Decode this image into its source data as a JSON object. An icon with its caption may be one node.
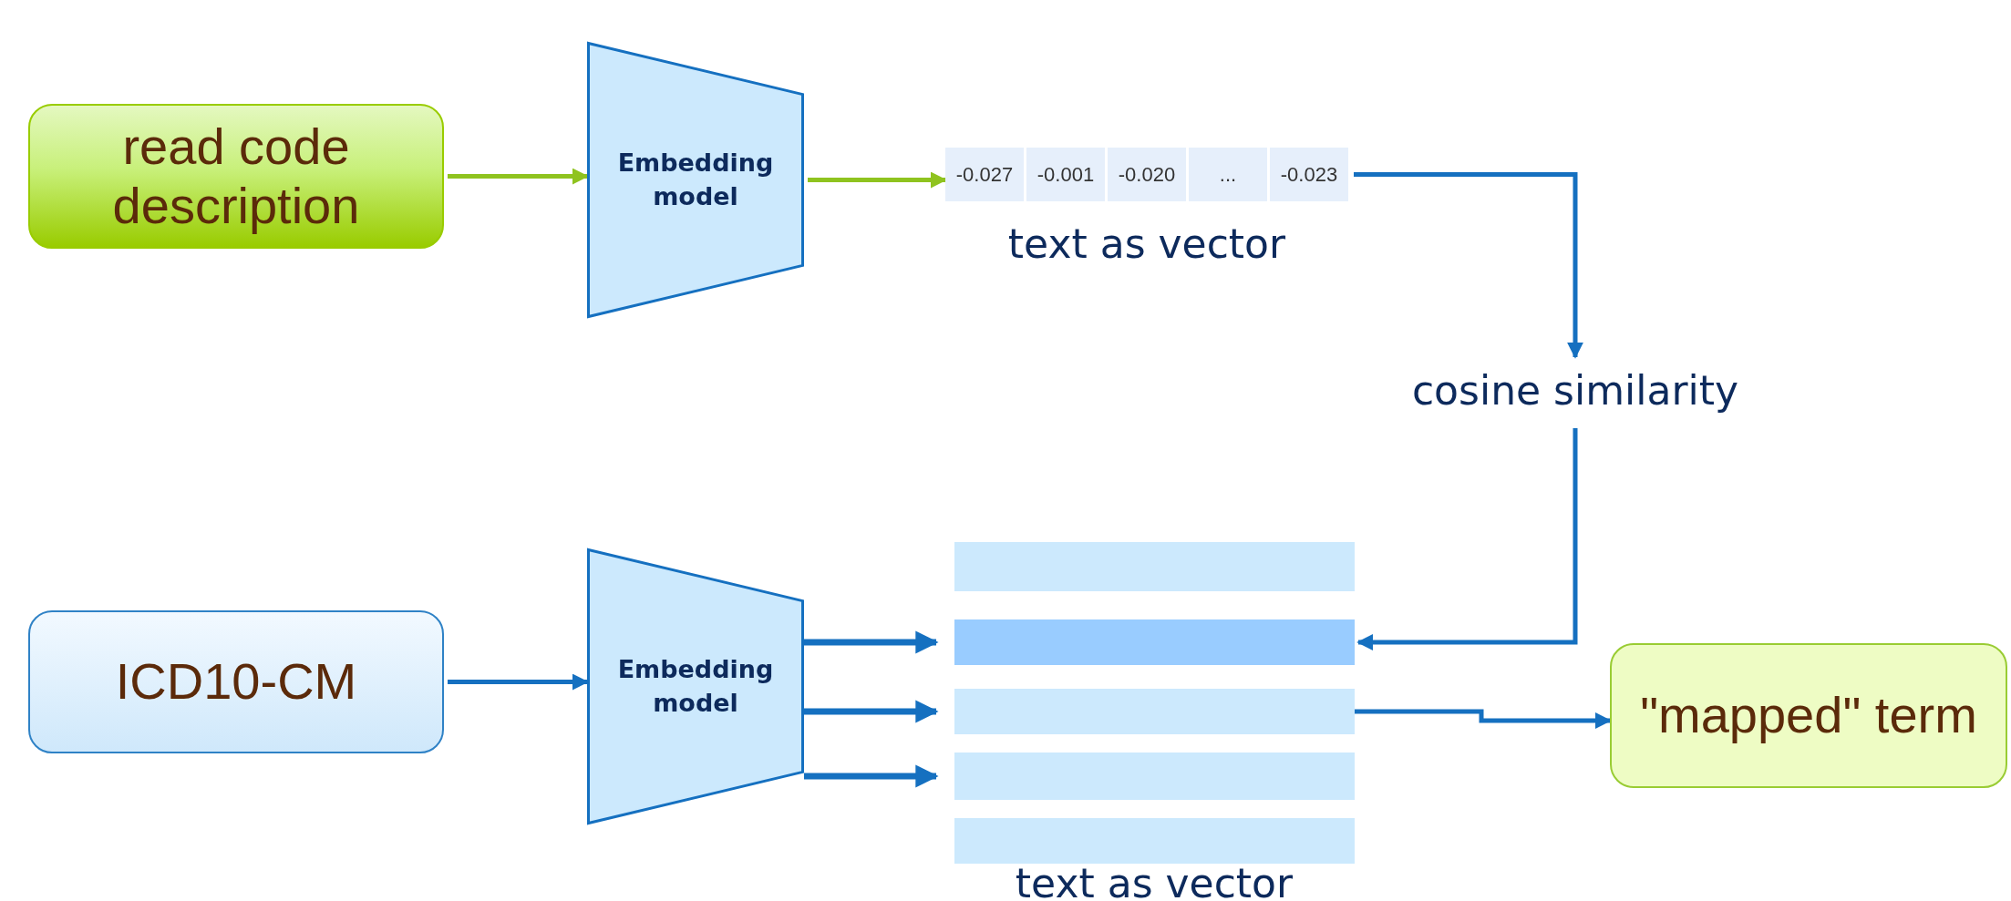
{
  "diagram": {
    "nodes": [
      {
        "text": [
          "read code description"
        ]
      },
      {
        "text": [
          "Embedding model"
        ]
      },
      {
        "text": [
          "-0.027",
          "-0.001",
          "-0.020",
          "...",
          "-0.023"
        ],
        "beside": [
          "text as vector"
        ]
      },
      {
        "text": [
          "cosine similarity"
        ]
      },
      {
        "text": [
          "ICD10-CM"
        ]
      },
      {
        "text": [
          "Embedding model"
        ]
      },
      {
        "text": [],
        "shape": "bar"
      },
      {
        "text": [],
        "shape": "bar"
      },
      {
        "text": [],
        "shape": "bar"
      },
      {
        "text": [],
        "shape": "bar"
      },
      {
        "text": [],
        "shape": "bar"
      },
      {
        "text": [
          "\"mapped\" term"
        ]
      }
    ],
    "edges": [
      {
        "from": 0,
        "to": 1,
        "arrow": "to",
        "color": "#8fc31f"
      },
      {
        "from": 1,
        "to": 2,
        "arrow": "to",
        "color": "#8fc31f"
      },
      {
        "from": 2,
        "to": 3,
        "arrow": "to"
      },
      {
        "from": 3,
        "to": 7,
        "arrow": "to"
      },
      {
        "from": 4,
        "to": 5,
        "arrow": "to"
      },
      {
        "from": 5,
        "to": 7,
        "arrow": "to"
      },
      {
        "from": 5,
        "to": 8,
        "arrow": "to"
      },
      {
        "from": 5,
        "to": 9,
        "arrow": "to"
      },
      {
        "from": 8,
        "to": 11,
        "arrow": "to"
      }
    ],
    "labels": [
      "text as vector"
    ]
  }
}
